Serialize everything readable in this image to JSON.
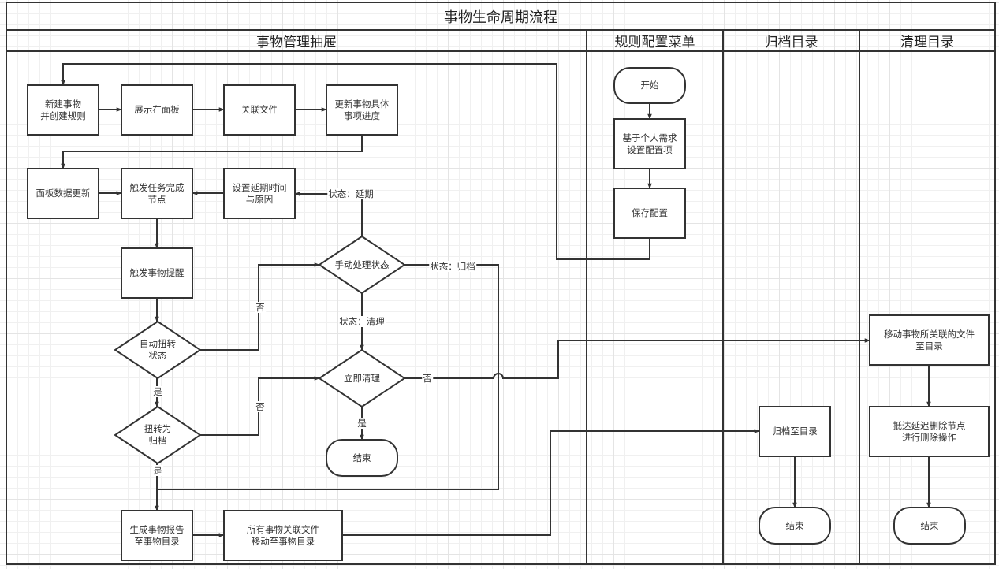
{
  "diagram": {
    "title": "事物生命周期流程",
    "lanes": [
      {
        "id": "drawer",
        "title": "事物管理抽屉"
      },
      {
        "id": "rules",
        "title": "规则配置菜单"
      },
      {
        "id": "archive",
        "title": "归档目录"
      },
      {
        "id": "cleanup",
        "title": "清理目录"
      }
    ],
    "nodes": {
      "new_item": {
        "type": "process",
        "label": "新建事物\n并创建规则"
      },
      "show_panel": {
        "type": "process",
        "label": "展示在面板"
      },
      "link_files": {
        "type": "process",
        "label": "关联文件"
      },
      "update_progress": {
        "type": "process",
        "label": "更新事物具体\n事项进度"
      },
      "panel_update": {
        "type": "process",
        "label": "面板数据更新"
      },
      "trigger_done": {
        "type": "process",
        "label": "触发任务完成\n节点"
      },
      "set_delay": {
        "type": "process",
        "label": "设置延期时间\n与原因"
      },
      "trigger_remind": {
        "type": "process",
        "label": "触发事物提醒"
      },
      "manual_state": {
        "type": "decision",
        "label": "手动处理状态"
      },
      "auto_flip": {
        "type": "decision",
        "label": "自动扭转\n状态"
      },
      "clean_now": {
        "type": "decision",
        "label": "立即清理"
      },
      "flip_archive": {
        "type": "decision",
        "label": "扭转为\n归档"
      },
      "end_drawer": {
        "type": "terminal",
        "label": "结束"
      },
      "gen_report": {
        "type": "process",
        "label": "生成事物报告\n至事物目录"
      },
      "move_all_files": {
        "type": "process",
        "label": "所有事物关联文件\n移动至事物目录"
      },
      "start": {
        "type": "terminal",
        "label": "开始"
      },
      "set_config": {
        "type": "process",
        "label": "基于个人需求\n设置配置项"
      },
      "save_config": {
        "type": "process",
        "label": "保存配置"
      },
      "archive_to_dir": {
        "type": "process",
        "label": "归档至目录"
      },
      "end_archive": {
        "type": "terminal",
        "label": "结束"
      },
      "move_linked": {
        "type": "process",
        "label": "移动事物所关联的文件\n至目录"
      },
      "delete_node": {
        "type": "process",
        "label": "抵达延迟删除节点\n进行删除操作"
      },
      "end_cleanup": {
        "type": "terminal",
        "label": "结束"
      }
    },
    "edge_labels": {
      "delay": "状态：延期",
      "archive": "状态：归档",
      "clean": "状态：清理",
      "no1": "否",
      "no2": "否",
      "no3": "否",
      "yes1": "是",
      "yes2": "是",
      "yes3": "是"
    },
    "edges": [
      {
        "from": "new_item",
        "to": "show_panel"
      },
      {
        "from": "show_panel",
        "to": "link_files"
      },
      {
        "from": "link_files",
        "to": "update_progress"
      },
      {
        "from": "update_progress",
        "to": "panel_update"
      },
      {
        "from": "panel_update",
        "to": "trigger_done"
      },
      {
        "from": "set_delay",
        "to": "trigger_done"
      },
      {
        "from": "manual_state",
        "to": "set_delay",
        "label": "状态：延期"
      },
      {
        "from": "trigger_done",
        "to": "trigger_remind"
      },
      {
        "from": "trigger_remind",
        "to": "auto_flip"
      },
      {
        "from": "auto_flip",
        "to": "manual_state",
        "label": "否"
      },
      {
        "from": "auto_flip",
        "to": "flip_archive",
        "label": "是"
      },
      {
        "from": "manual_state",
        "to": "clean_now",
        "label": "状态：清理"
      },
      {
        "from": "manual_state",
        "to": "gen_report",
        "label": "状态：归档"
      },
      {
        "from": "flip_archive",
        "to": "clean_now",
        "label": "否"
      },
      {
        "from": "flip_archive",
        "to": "gen_report",
        "label": "是"
      },
      {
        "from": "clean_now",
        "to": "end_drawer",
        "label": "是"
      },
      {
        "from": "clean_now",
        "to": "move_linked",
        "label": "否"
      },
      {
        "from": "gen_report",
        "to": "move_all_files"
      },
      {
        "from": "move_all_files",
        "to": "archive_to_dir"
      },
      {
        "from": "start",
        "to": "set_config"
      },
      {
        "from": "set_config",
        "to": "save_config"
      },
      {
        "from": "save_config",
        "to": "new_item"
      },
      {
        "from": "archive_to_dir",
        "to": "end_archive"
      },
      {
        "from": "move_linked",
        "to": "delete_node"
      },
      {
        "from": "delete_node",
        "to": "end_cleanup"
      }
    ],
    "colors": {
      "stroke": "#333333",
      "fill": "#ffffff",
      "text": "#333333"
    }
  }
}
